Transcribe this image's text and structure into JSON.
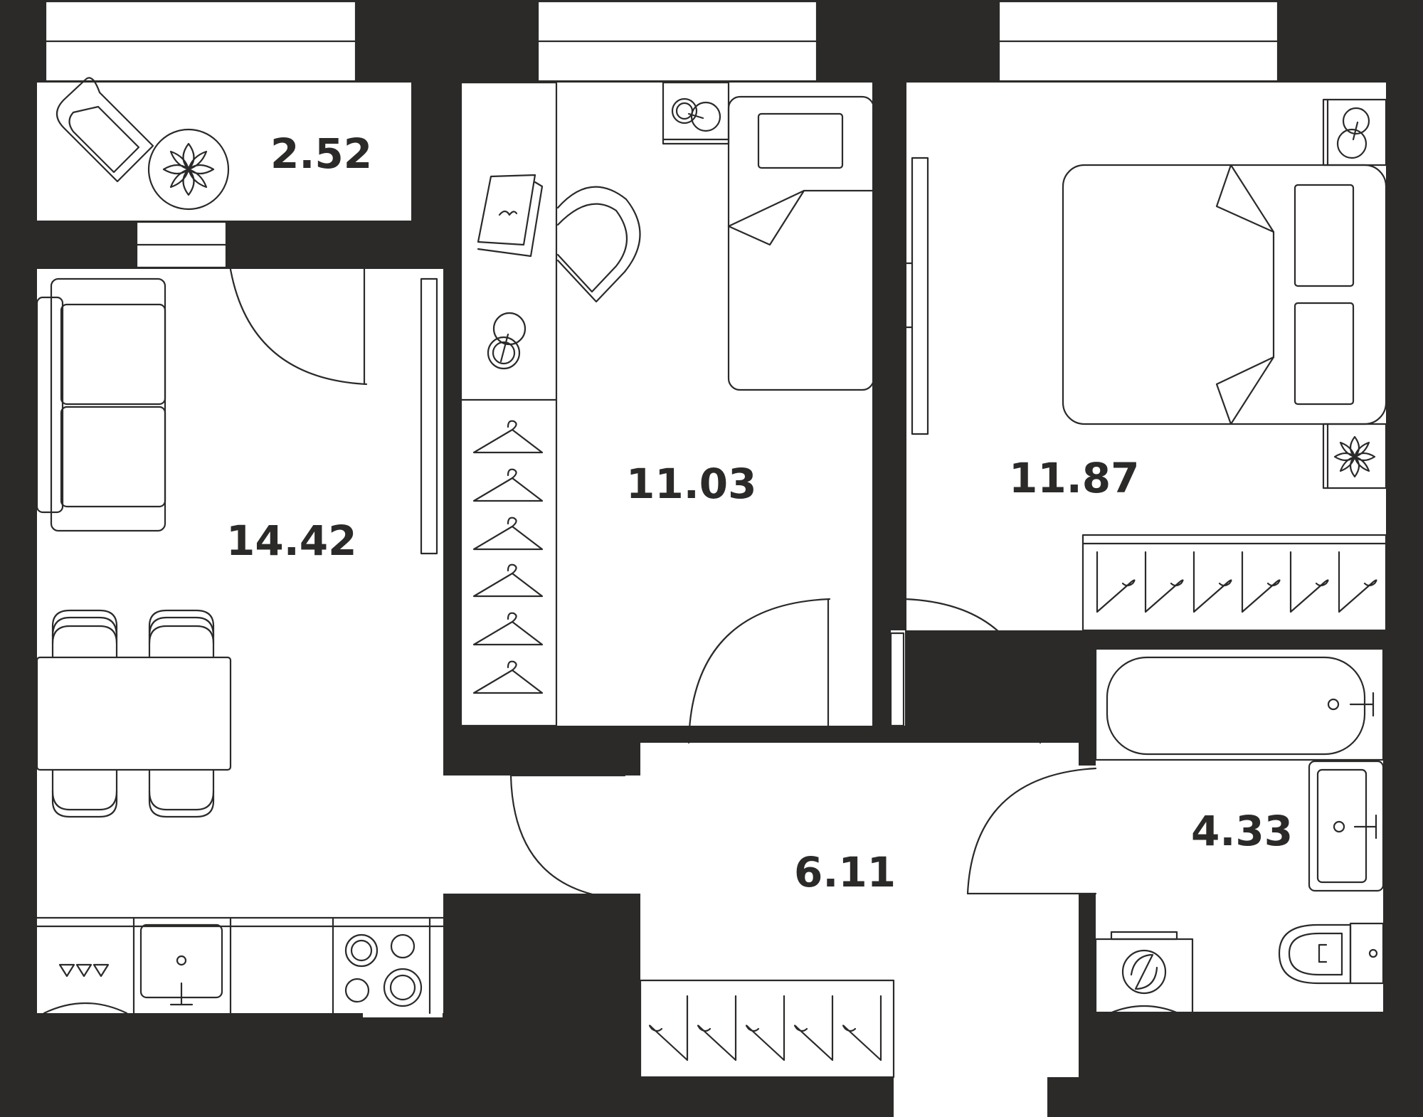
{
  "plan": {
    "colors": {
      "wall": "#2b2a29",
      "floor": "#ffffff",
      "line": "#2b2a29"
    },
    "rooms": [
      {
        "id": "balcony",
        "area": "2.52"
      },
      {
        "id": "kitchen-living",
        "area": "14.42"
      },
      {
        "id": "bedroom-1",
        "area": "11.03"
      },
      {
        "id": "bedroom-2",
        "area": "11.87"
      },
      {
        "id": "hallway",
        "area": "6.11"
      },
      {
        "id": "bathroom",
        "area": "4.33"
      }
    ],
    "icons": [
      "window-icon",
      "door-icon",
      "sofa-icon",
      "dining-table-icon",
      "kitchen-counter-icon",
      "sink-icon",
      "stove-icon",
      "wardrobe-icon",
      "hanger-icon",
      "bed-icon",
      "desk-chair-icon",
      "lamp-icon",
      "plant-icon",
      "bathtub-icon",
      "toilet-icon",
      "washing-machine-icon"
    ],
    "cooktop_symbol": "✳✳✳"
  }
}
